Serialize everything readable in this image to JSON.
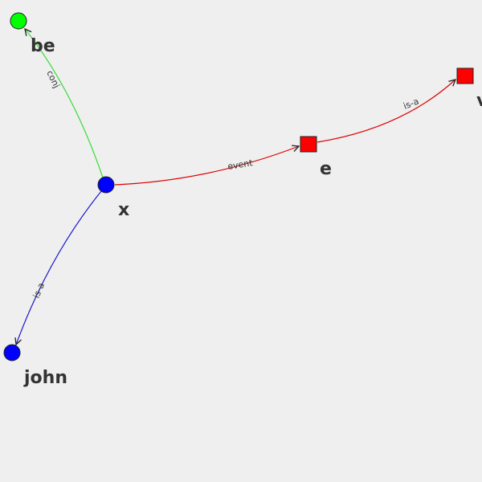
{
  "colors": {
    "background": "#efefef",
    "entity_node": "#0000ff",
    "conj_node": "#00ff00",
    "event_node": "#ff0000",
    "edge_event": "#dd0000",
    "edge_isa_entity": "#1a1acc",
    "edge_conj": "#33dd33",
    "label_text": "#333333"
  },
  "nodes": [
    {
      "id": "x",
      "label": "x",
      "shape": "circle",
      "color": "#0000ff"
    },
    {
      "id": "be",
      "label": "be",
      "shape": "circle",
      "color": "#00ff00"
    },
    {
      "id": "e",
      "label": "e",
      "shape": "square",
      "color": "#ff0000"
    },
    {
      "id": "v",
      "label": "v",
      "shape": "square",
      "color": "#ff0000"
    },
    {
      "id": "john",
      "label": "john",
      "shape": "circle",
      "color": "#0000ff"
    }
  ],
  "edges": [
    {
      "id": "x-be",
      "from": "x",
      "to": "be",
      "label": "conj"
    },
    {
      "id": "x-e",
      "from": "x",
      "to": "e",
      "label": "event"
    },
    {
      "id": "e-v",
      "from": "e",
      "to": "v",
      "label": "is-a"
    },
    {
      "id": "x-john",
      "from": "x",
      "to": "john",
      "label": "is-a"
    }
  ]
}
